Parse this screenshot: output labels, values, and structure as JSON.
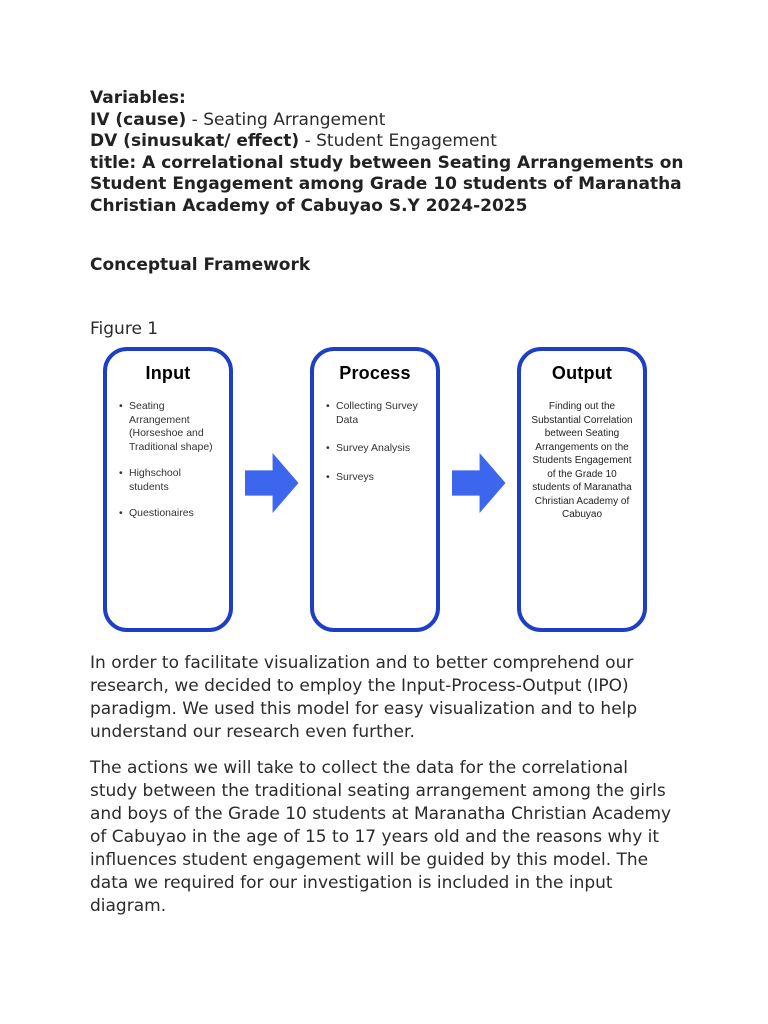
{
  "colors": {
    "page_background": "#ffffff",
    "text": "#2b2b2b",
    "box_border_blue": "#1e3fc4",
    "arrow_blue": "#3c66ee"
  },
  "doc": {
    "header": {
      "variables_label": "Variables:",
      "iv_bold": "IV (cause)",
      "iv_rest": " - Seating Arrangement",
      "dv_bold": "DV (sinusukat/ effect)",
      "dv_rest": " - Student Engagement",
      "title_lines": [
        "title: A correlational study between Seating Arrangements on",
        "Student Engagement among Grade 10 students of Maranatha",
        "Christian Academy of Cabuyao S.Y 2024-2025"
      ]
    },
    "section_heading": "Conceptual Framework",
    "figure_label": "Figure 1",
    "paragraph1_lines": [
      "In order to facilitate visualization and to better comprehend our",
      "research, we decided to employ the Input-Process-Output (IPO)",
      "paradigm. We used this model for easy visualization and to help",
      "understand our research even further."
    ],
    "paragraph2_lines": [
      "The actions we will take to collect the data for the correlational",
      "study between the traditional seating arrangement among the girls",
      "and boys of the Grade 10 students at Maranatha Christian Academy",
      "of Cabuyao in the age of 15 to 17 years old and the reasons why it",
      "influences student engagement will be guided by this model. The",
      "data we required for our investigation is included in the input",
      "diagram."
    ]
  },
  "diagram": {
    "input": {
      "title": "Input",
      "bullets": [
        "Seating Arrangement (Horseshoe and Traditional shape)",
        "Highschool students",
        "Questionaires"
      ]
    },
    "process": {
      "title": "Process",
      "bullets": [
        "Collecting Survey Data",
        "Survey Analysis",
        "Surveys"
      ]
    },
    "output": {
      "title": "Output",
      "body": "Finding out the Substantial Correlation between Seating Arrangements on the Students Engagement of the Grade 10 students of Maranatha Christian Academy of Cabuyao"
    }
  }
}
